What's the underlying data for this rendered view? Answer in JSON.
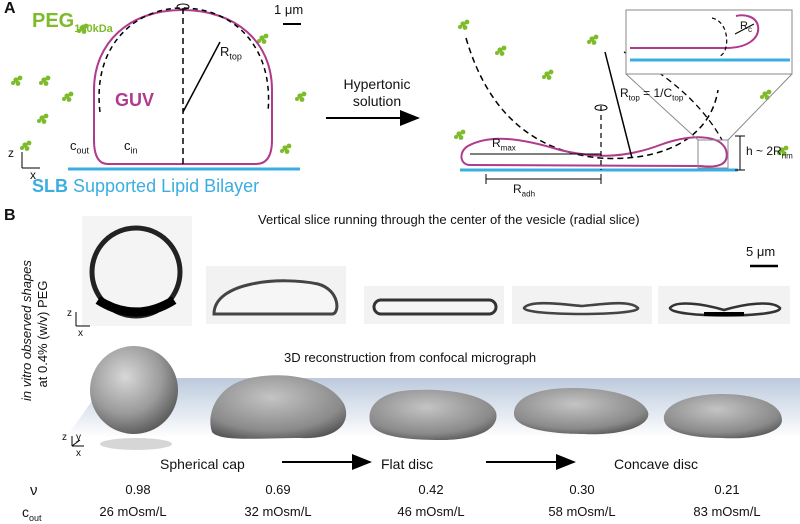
{
  "panelA": {
    "label": "A",
    "peg": "PEG",
    "peg_sub": "100kDa",
    "scale": "1 μm",
    "guv": "GUV",
    "r_top": "R",
    "r_top_sub": "top",
    "c_out": "c",
    "c_out_sub": "out",
    "c_in": "c",
    "c_in_sub": "in",
    "axis_z": "z",
    "axis_x": "x",
    "slb_bold": "SLB",
    "slb_text": "Supported Lipid Bilayer",
    "arrow_label_1": "Hypertonic",
    "arrow_label_2": "solution",
    "r_top_eq": "R",
    "r_top_eq_sub": "top",
    "r_top_eq_rest": " = 1/C",
    "r_top_eq_sub2": "top",
    "r_max": "R",
    "r_max_sub": "max",
    "r_adh": "R",
    "r_adh_sub": "adh",
    "r_c": "R",
    "r_c_sub": "c",
    "h_eq": "h ~ 2R",
    "h_eq_sub": "rim"
  },
  "panelB": {
    "label": "B",
    "slice_title": "Vertical slice running through the center of the vesicle (radial slice)",
    "scale": "5 μm",
    "side_label_1": "in vitro observed shapes",
    "side_label_2": "at 0.4% (w/v) PEG",
    "recon_title": "3D reconstruction from confocal micrograph",
    "shape_labels": [
      "Spherical cap",
      "Flat disc",
      "Concave disc"
    ],
    "nu_symbol": "ν",
    "nu_values": [
      "0.98",
      "0.69",
      "0.42",
      "0.30",
      "0.21"
    ],
    "c_symbol": "c",
    "c_sub": "out",
    "c_values": [
      "26 mOsm/L",
      "32 mOsm/L",
      "46 mOsm/L",
      "58 mOsm/L",
      "83 mOsm/L"
    ],
    "axis_z": "z",
    "axis_x": "x",
    "axis_y": "y"
  },
  "colors": {
    "membrane": "#b03a8c",
    "peg": "#7dbb2a",
    "slb": "#3aaee0",
    "guv_text": "#b03a8c"
  }
}
